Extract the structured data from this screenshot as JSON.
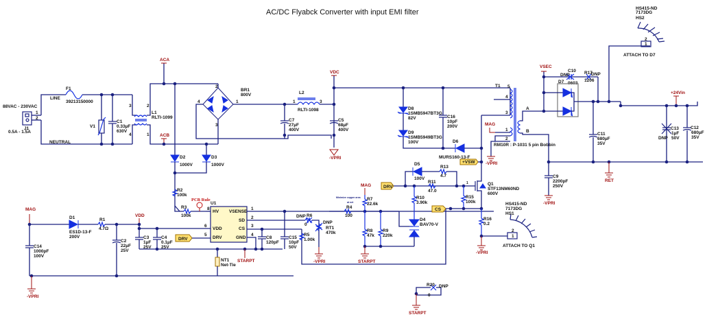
{
  "title": "AC/DC Flyabck Converter with input EMI filter",
  "input": {
    "connector": {
      "ref": "J1",
      "voltage": "88VAC - 230VAC",
      "current": "0.5A - 1.5A",
      "pins": [
        "1",
        "2"
      ]
    },
    "line_label": "LINE",
    "neutral_label": "NEUTRAL",
    "fuse": {
      "ref": "F1",
      "value": "39213150000"
    },
    "varistor": {
      "ref": "V1"
    },
    "c1": {
      "ref": "C1",
      "value": "0.33µF",
      "voltage": "630V"
    },
    "l1": {
      "ref": "L1",
      "value": "RLTI-1099",
      "pins": [
        "3",
        "4",
        "2",
        "1"
      ]
    }
  },
  "nets": {
    "aca": "ACA",
    "acb": "ACB",
    "vdc": "VDC",
    "vpri": "-VPRI",
    "mag": "MAG",
    "vdd": "VDD",
    "starpt": "STARPT",
    "vsec": "VSEC",
    "p24": "+24Vin",
    "ret": "RET",
    "drv": "DRV",
    "cs": "CS",
    "vsw": "+VSW"
  },
  "bridge": {
    "ref": "BR1",
    "value": "800V",
    "pins": [
      "2",
      "4",
      "1",
      "3"
    ]
  },
  "l2": {
    "ref": "L2",
    "value": "RLTI-1098",
    "pins": [
      "1",
      "3"
    ]
  },
  "c7": {
    "ref": "C7",
    "value": "27µF",
    "voltage": "400V"
  },
  "c5": {
    "ref": "C5",
    "value": "68µF",
    "voltage": "400V"
  },
  "d2": {
    "ref": "D2",
    "value": "1000V"
  },
  "d3": {
    "ref": "D3",
    "value": "1000V"
  },
  "r2": {
    "ref": "R2",
    "value": "100k"
  },
  "r3": {
    "ref": "R3",
    "value": "100k"
  },
  "pcb_rule": "PCB Rule",
  "u1": {
    "ref": "U1",
    "pins_left": [
      {
        "num": "8",
        "name": "HV"
      },
      {
        "num": "6",
        "name": "VDD"
      },
      {
        "num": "5",
        "name": "DRV"
      }
    ],
    "pins_right": [
      {
        "num": "1",
        "name": "VSENSE"
      },
      {
        "num": "2",
        "name": "SD"
      },
      {
        "num": "3",
        "name": "CS"
      },
      {
        "num": "4",
        "name": "GND"
      }
    ]
  },
  "clamp": {
    "d8": {
      "ref": "D8",
      "value": "1SMB5947BT3G",
      "voltage": "82V"
    },
    "d9": {
      "ref": "D9",
      "value": "1SMB5949BT3G",
      "voltage": "100V"
    },
    "c16": {
      "ref": "C16",
      "value": "10pF",
      "voltage": "200V"
    },
    "d6": {
      "ref": "D6",
      "value": "MURS160-13-F"
    }
  },
  "t1": {
    "ref": "T1",
    "value": "RM10R : P-1031 5 pin Bobbin",
    "pins": [
      "5",
      "4",
      "3",
      "1",
      "2",
      "A",
      "B"
    ]
  },
  "secondary": {
    "d7": {
      "ref": "D7"
    },
    "c10": {
      "ref": "C10",
      "value": "0603",
      "dnp": "DNP"
    },
    "r17": {
      "ref": "R17",
      "value": "1206",
      "dnp": "DNP"
    },
    "c11": {
      "ref": "C11",
      "value": "680µF",
      "voltage": "35V"
    },
    "c13": {
      "ref": "C13",
      "value": "1µF",
      "voltage": "50V",
      "dnp": "DNP"
    },
    "c12": {
      "ref": "C12",
      "value": "680µF",
      "voltage": "35V"
    },
    "c9": {
      "ref": "C9",
      "value": "2200pF",
      "voltage": "250V"
    }
  },
  "hs2": {
    "part": "HS415-ND",
    "code": "7173DG",
    "ref": "HS2",
    "note": "ATTACH TO D7",
    "pins": [
      "2",
      "1"
    ]
  },
  "hs1": {
    "part": "HS415-ND",
    "code": "7173DG",
    "ref": "HS1",
    "note": "ATTACH TO Q1",
    "pins": [
      "2",
      "1"
    ]
  },
  "aux": {
    "d1": {
      "ref": "D1",
      "value": "ES1D-13-F",
      "voltage": "200V"
    },
    "r1": {
      "ref": "R1",
      "value": "4.7Ω"
    },
    "c14": {
      "ref": "C14",
      "value": "1000pF",
      "voltage": "100V"
    },
    "c2": {
      "ref": "C2",
      "value": "22µF",
      "voltage": "25V"
    },
    "c3": {
      "ref": "C3",
      "value": "1µF",
      "voltage": "25V"
    },
    "c4": {
      "ref": "C4",
      "value": "0.1µF",
      "voltage": "25V"
    },
    "nt1": {
      "ref": "NT1",
      "value": "Net-Tie"
    }
  },
  "sense": {
    "c8": {
      "ref": "C8",
      "value": "120pF"
    },
    "c15": {
      "ref": "C15",
      "value": "10pF",
      "voltage": "50V"
    },
    "r6": {
      "ref": "R6",
      "value": "0",
      "dnp": "DNP"
    },
    "rt1": {
      "ref": "RT1",
      "value": "470k",
      "dnp": "DNP"
    },
    "r5": {
      "ref": "R5",
      "value": "1.00k"
    },
    "r4": {
      "ref": "R4",
      "value": "100"
    },
    "note": "Minimize copper area",
    "note2": "at net",
    "r7": {
      "ref": "R7",
      "value": "22.6k"
    },
    "r8": {
      "ref": "R8",
      "value": "47k"
    },
    "r9": {
      "ref": "R9",
      "value": "220k"
    }
  },
  "gate": {
    "d5": {
      "ref": "D5",
      "value": "100V"
    },
    "r13": {
      "ref": "R13",
      "value": "4.7"
    },
    "r11": {
      "ref": "R11",
      "value": "47.0"
    },
    "r10": {
      "ref": "R10",
      "value": "3.90k"
    },
    "d4": {
      "ref": "D4",
      "value": "BAV70-V"
    },
    "q1": {
      "ref": "Q1",
      "value": "STF13NM60ND",
      "voltage": "600V"
    },
    "r15": {
      "ref": "R15",
      "value": "100k"
    },
    "r16": {
      "ref": "R16",
      "value": "0.2"
    }
  },
  "r20": {
    "ref": "R20",
    "value": "0",
    "dnp": "DNP"
  }
}
